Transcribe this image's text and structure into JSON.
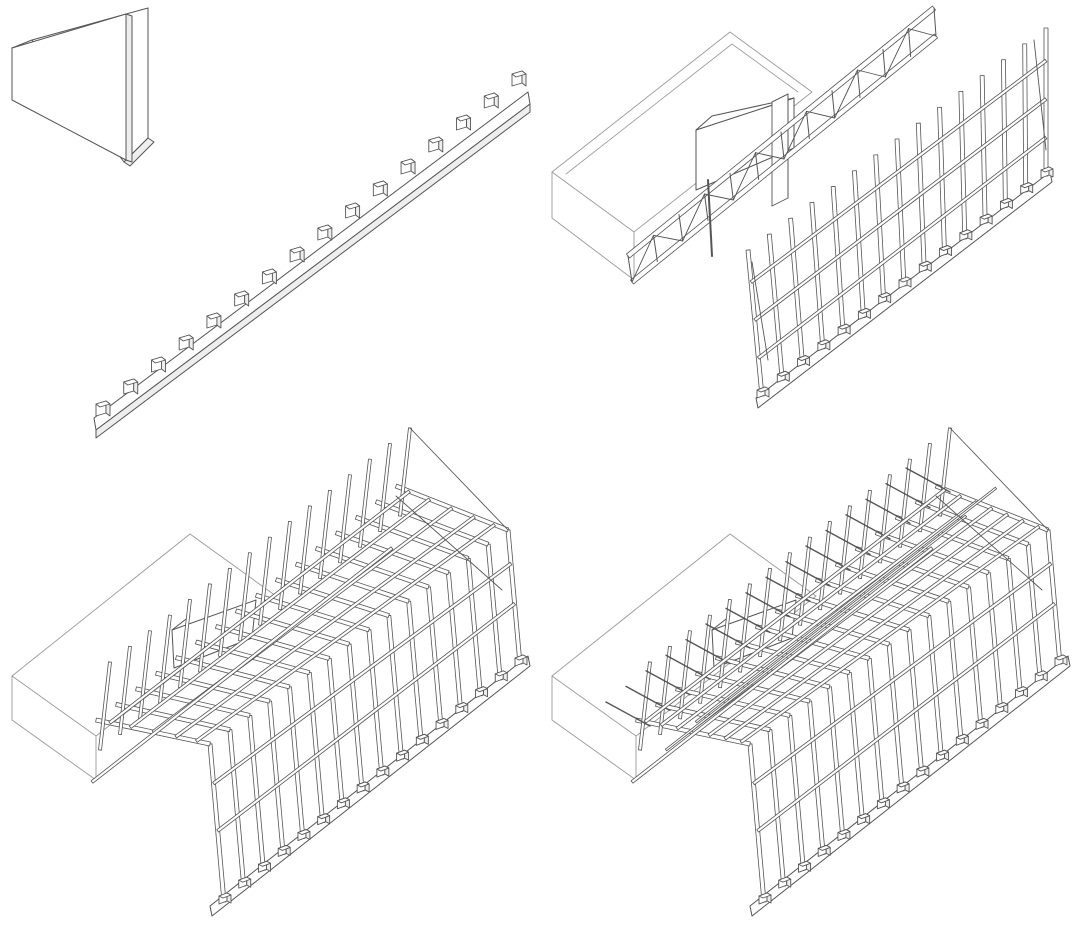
{
  "figure": {
    "kind": "isometric construction sequence",
    "style": "monochrome line drawing",
    "stroke_color": "#555555",
    "light_stroke_color": "#9a9a9a",
    "background": "#ffffff",
    "face_fill": "#ffffff",
    "shadow_fill": "#eeeeee"
  },
  "panels": [
    {
      "id": "step-1",
      "order": 1,
      "contents": [
        "wall-plates",
        "footing-beam"
      ],
      "pier_count": 16
    },
    {
      "id": "step-2",
      "order": 2,
      "contents": [
        "existing-building-box",
        "truss-girder",
        "column-frame"
      ],
      "column_count": 15
    },
    {
      "id": "step-3",
      "order": 3,
      "contents": [
        "existing-building-box",
        "partial-roof-frame",
        "column-frame"
      ],
      "bay_count": 15
    },
    {
      "id": "step-4",
      "order": 4,
      "contents": [
        "existing-building-box",
        "complete-roof-frame",
        "column-frame"
      ],
      "bay_count": 15
    }
  ]
}
